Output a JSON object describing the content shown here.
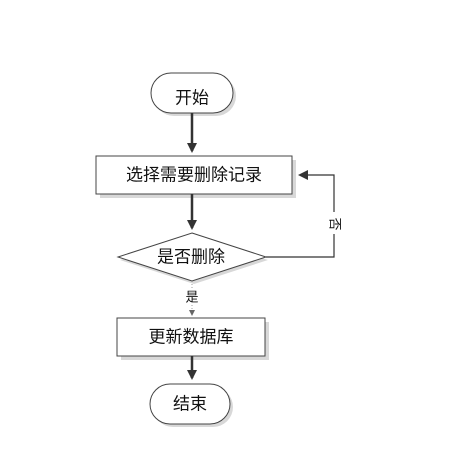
{
  "flowchart": {
    "start": {
      "label": "开始"
    },
    "select": {
      "label": "选择需要删除记录"
    },
    "decision": {
      "label": "是否删除"
    },
    "update": {
      "label": "更新数据库"
    },
    "end": {
      "label": "结束"
    },
    "edge_yes": {
      "label": "是"
    },
    "edge_no": {
      "label": "否"
    }
  },
  "colors": {
    "line": "#333333",
    "box_border": "#444444",
    "box_shadow": "#d8d8d8",
    "text": "#111111"
  }
}
